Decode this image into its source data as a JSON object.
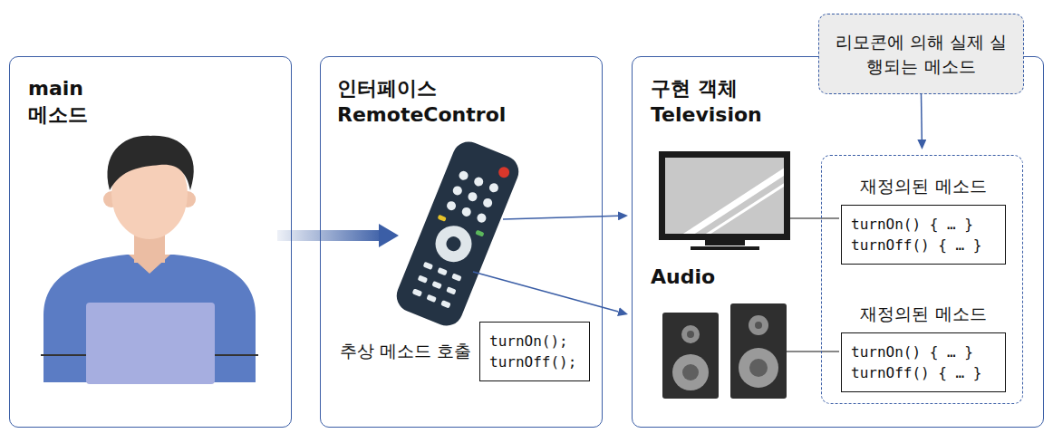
{
  "diagram": {
    "nodes": [
      {
        "text": [
          "main 메소드"
        ]
      },
      {
        "text": [
          "인터페이스 RemoteControl"
        ]
      },
      {
        "text": [
          "추상 메소드 호출",
          "turnOn(); turnOff();"
        ],
        "in": 1
      },
      {
        "text": [
          "구현 객체 Television",
          "Audio"
        ]
      },
      {
        "text": [
          "리모콘에 의해 실제 실행되는 메소드"
        ]
      },
      {
        "text": [],
        "in": 3
      },
      {
        "text": [
          "재정의된 메소드",
          "turnOn() { … } turnOff() { … }"
        ],
        "in": 5
      },
      {
        "text": [
          "재정의된 메소드",
          "turnOn() { … } turnOff() { … }"
        ],
        "in": 5
      }
    ],
    "edges": [
      {
        "from": 0,
        "to": 1,
        "arrow": "to"
      },
      {
        "from": 1,
        "to": 3,
        "arrow": "to"
      },
      {
        "from": 1,
        "to": 3,
        "arrow": "to"
      },
      {
        "from": 4,
        "to": 5,
        "arrow": "to"
      }
    ]
  }
}
